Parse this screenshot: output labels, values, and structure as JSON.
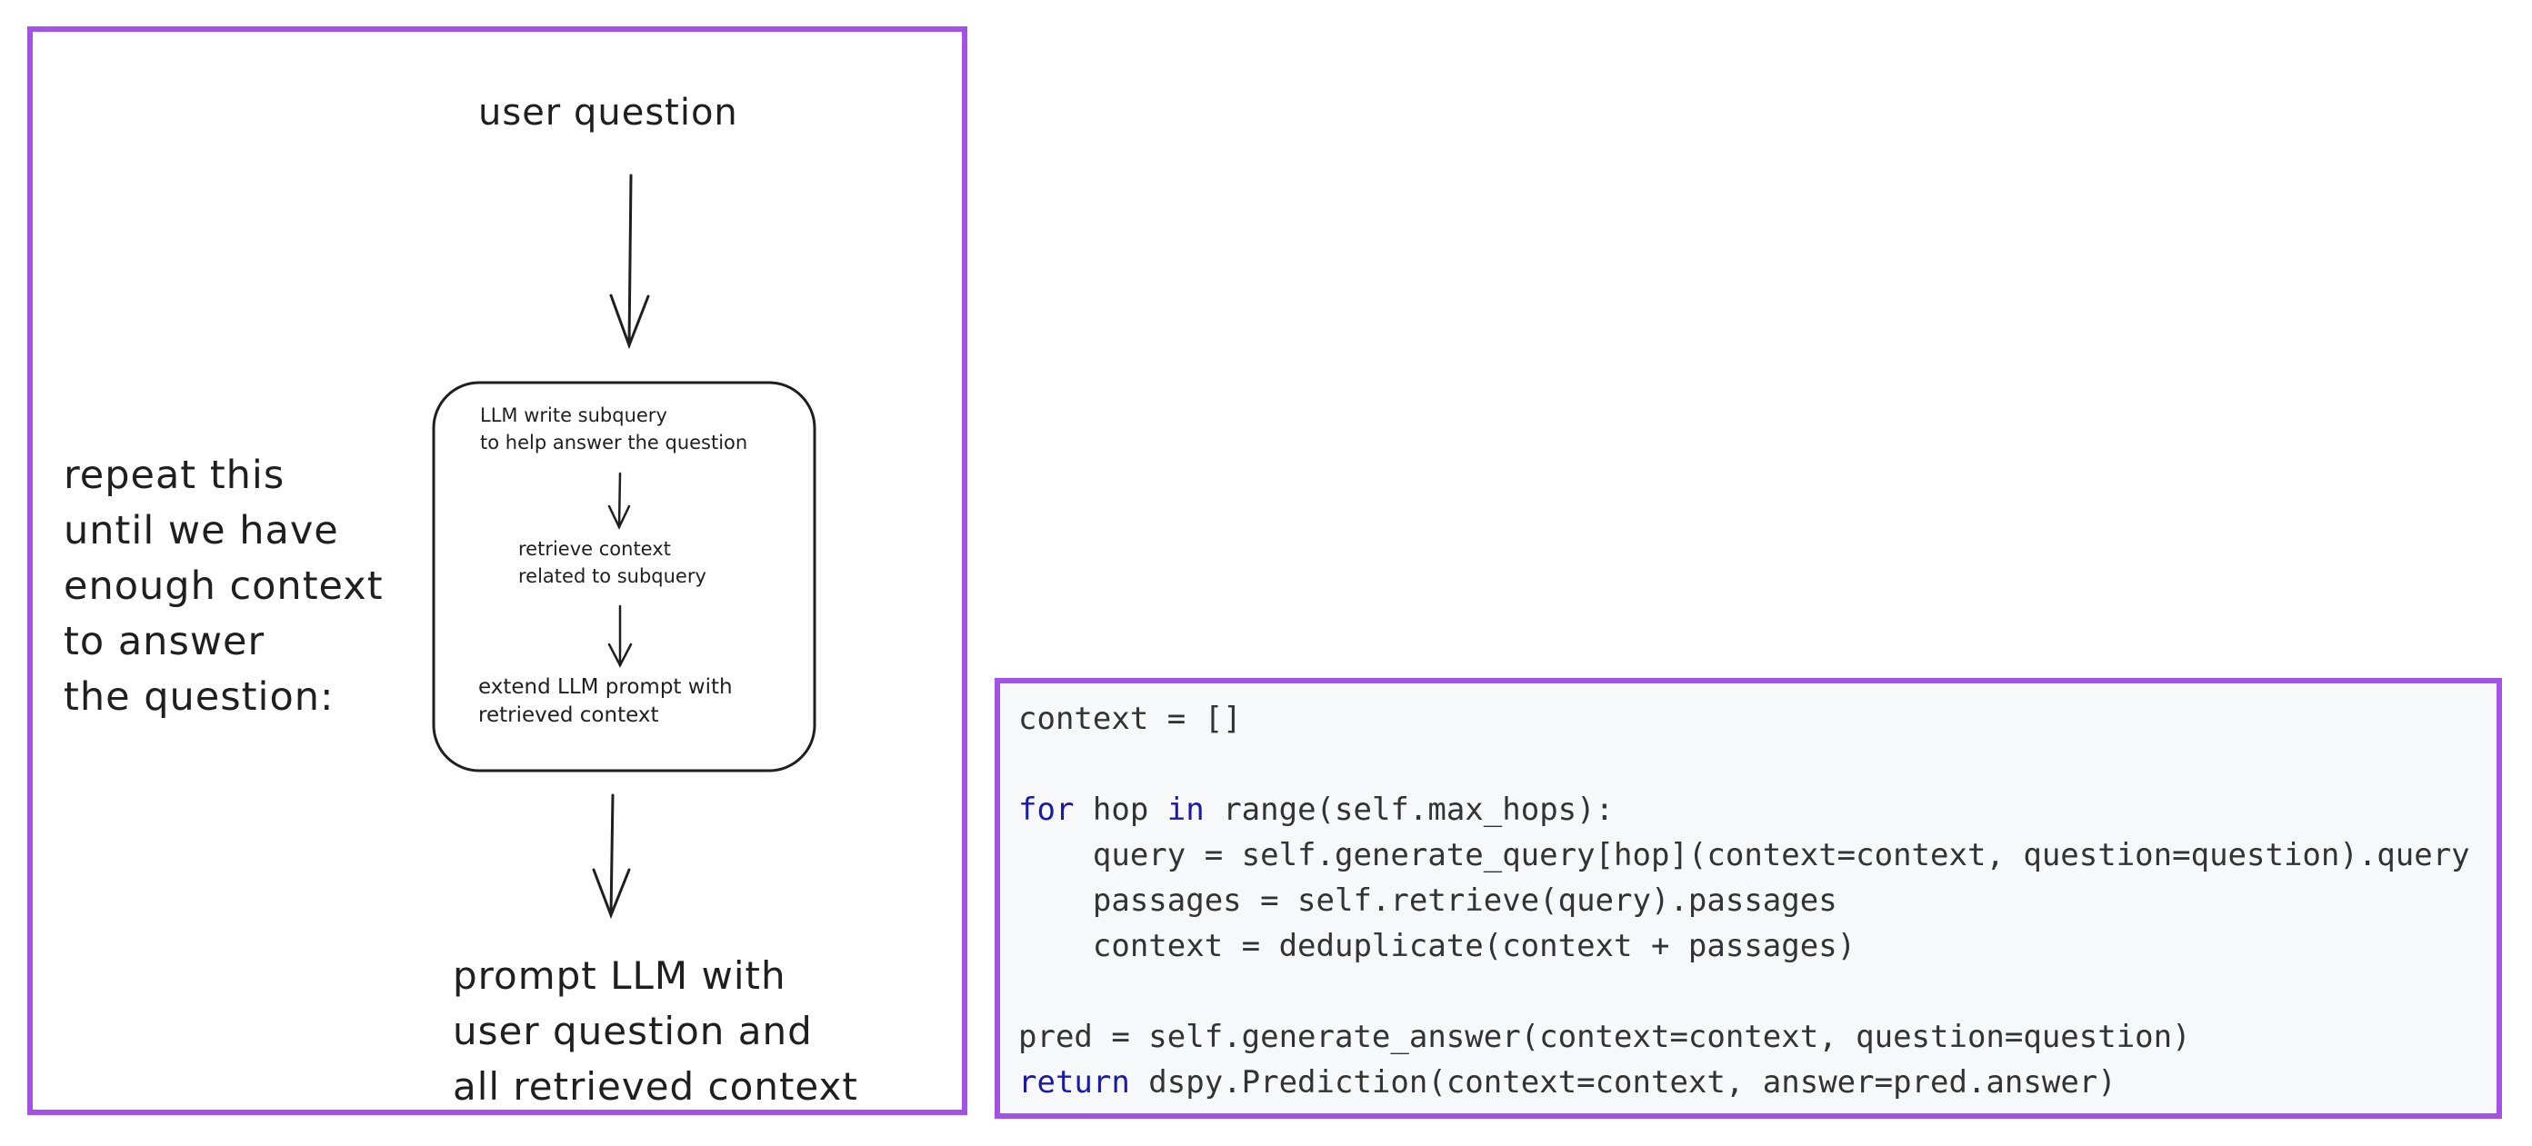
{
  "diagram": {
    "user_question": "user question",
    "loop_note": "repeat this\nuntil we have\nenough context\nto answer\nthe question:",
    "steps": [
      "LLM write subquery\nto help answer the question",
      "retrieve context\nrelated to subquery",
      "extend LLM prompt with\nretrieved context"
    ],
    "final": "prompt LLM with\nuser question and\nall retrieved context"
  },
  "code": {
    "line1": "context = []",
    "line2": "",
    "line3_kw1": "for",
    "line3_a": " hop ",
    "line3_kw2": "in",
    "line3_b": " range(self.max_hops):",
    "line4": "    query = self.generate_query[hop](context=context, question=question).query",
    "line5": "    passages = self.retrieve(query).passages",
    "line6": "    context = deduplicate(context + passages)",
    "line7": "",
    "line8": "pred = self.generate_answer(context=context, question=question)",
    "line9_kw": "return",
    "line9_rest": " dspy.Prediction(context=context, answer=pred.answer)"
  },
  "colors": {
    "border": "#a451e8",
    "code_background": "#f6f8fa",
    "keyword": "#1a1aa6",
    "ink": "#1f1f1f"
  }
}
